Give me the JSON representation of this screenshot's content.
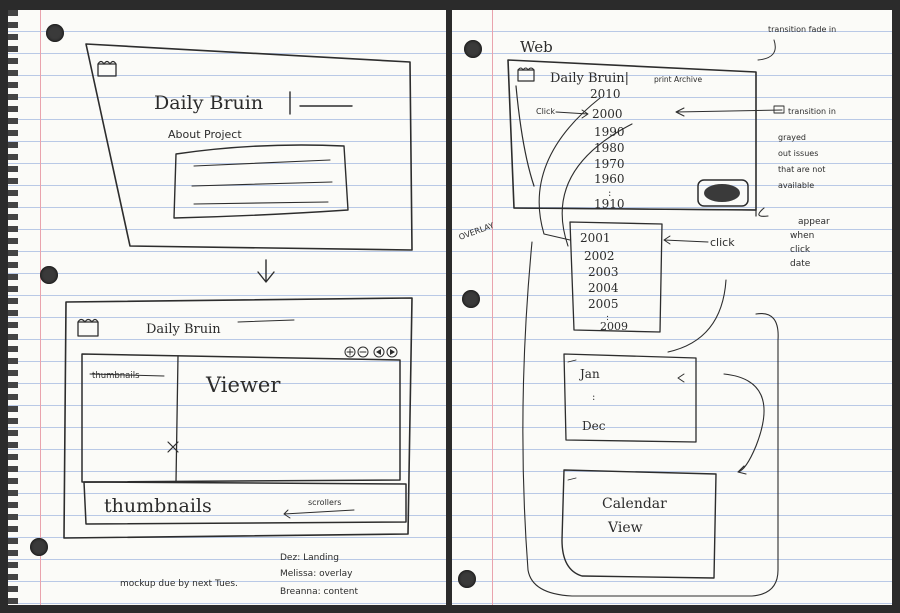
{
  "left_page": {
    "mockup1": {
      "title": "Daily Bruin",
      "about_label": "About Project"
    },
    "mockup2": {
      "title": "Daily Bruin",
      "thumbnails_struck": "thumbnails",
      "viewer_label": "Viewer",
      "thumbnails_label": "thumbnails",
      "scroll_label": "scrollers"
    },
    "footer": {
      "due_note": "mockup due by next Tues.",
      "assignments": [
        "Dez: Landing",
        "Melissa: overlay",
        "Breanna: content"
      ]
    }
  },
  "right_page": {
    "heading": "Web",
    "note_transition_fade": "transition fade in",
    "note_transition_in": "transition in",
    "note_grayed": [
      "grayed",
      "out issues",
      "that are not",
      "available"
    ],
    "header_title": "Daily Bruin|",
    "header_subtitle": "print Archive",
    "decades": [
      "2010",
      "2000",
      "1990",
      "1980",
      "1970",
      "1960",
      ":",
      "1910"
    ],
    "click_label": "Click",
    "overlay_label": "OVERLAY",
    "note_appear": [
      "appear",
      "when",
      "click",
      "date"
    ],
    "years": [
      "2001",
      "2002",
      "2003",
      "2004",
      "2005",
      ":",
      "2009"
    ],
    "click_label_2": "click",
    "months": [
      "Jan",
      ":",
      "Dec"
    ],
    "calendar": [
      "Calendar",
      "View"
    ]
  }
}
